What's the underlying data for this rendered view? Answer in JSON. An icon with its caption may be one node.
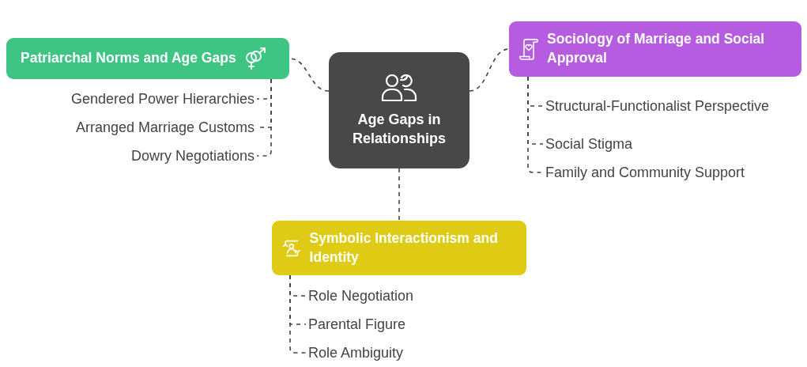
{
  "diagram": {
    "nodes": [
      {
        "text": [
          "Age Gaps in Relationships"
        ]
      },
      {
        "text": [
          "Patriarchal Norms and Age Gaps"
        ]
      },
      {
        "text": [
          "Gendered Power Hierarchies"
        ]
      },
      {
        "text": [
          "Arranged Marriage Customs"
        ]
      },
      {
        "text": [
          "Dowry Negotiations"
        ]
      },
      {
        "text": [
          "Sociology of Marriage and Social Approval"
        ]
      },
      {
        "text": [
          "Structural-Functionalist Perspective"
        ]
      },
      {
        "text": [
          "Social Stigma"
        ]
      },
      {
        "text": [
          "Family and Community Support"
        ]
      },
      {
        "text": [
          "Symbolic Interactionism and Identity"
        ]
      },
      {
        "text": [
          "Role Negotiation"
        ]
      },
      {
        "text": [
          "Parental Figure"
        ]
      },
      {
        "text": [
          "Role Ambiguity"
        ]
      }
    ],
    "edges": [
      {
        "from": 0,
        "to": 1,
        "arrow": "none"
      },
      {
        "from": 1,
        "to": 2,
        "arrow": "none"
      },
      {
        "from": 1,
        "to": 3,
        "arrow": "none"
      },
      {
        "from": 1,
        "to": 4,
        "arrow": "none"
      },
      {
        "from": 0,
        "to": 5,
        "arrow": "none"
      },
      {
        "from": 5,
        "to": 6,
        "arrow": "none"
      },
      {
        "from": 5,
        "to": 7,
        "arrow": "none"
      },
      {
        "from": 5,
        "to": 8,
        "arrow": "none"
      },
      {
        "from": 0,
        "to": 9,
        "arrow": "none"
      },
      {
        "from": 9,
        "to": 10,
        "arrow": "none"
      },
      {
        "from": 9,
        "to": 11,
        "arrow": "none"
      },
      {
        "from": 9,
        "to": 12,
        "arrow": "none"
      }
    ]
  }
}
